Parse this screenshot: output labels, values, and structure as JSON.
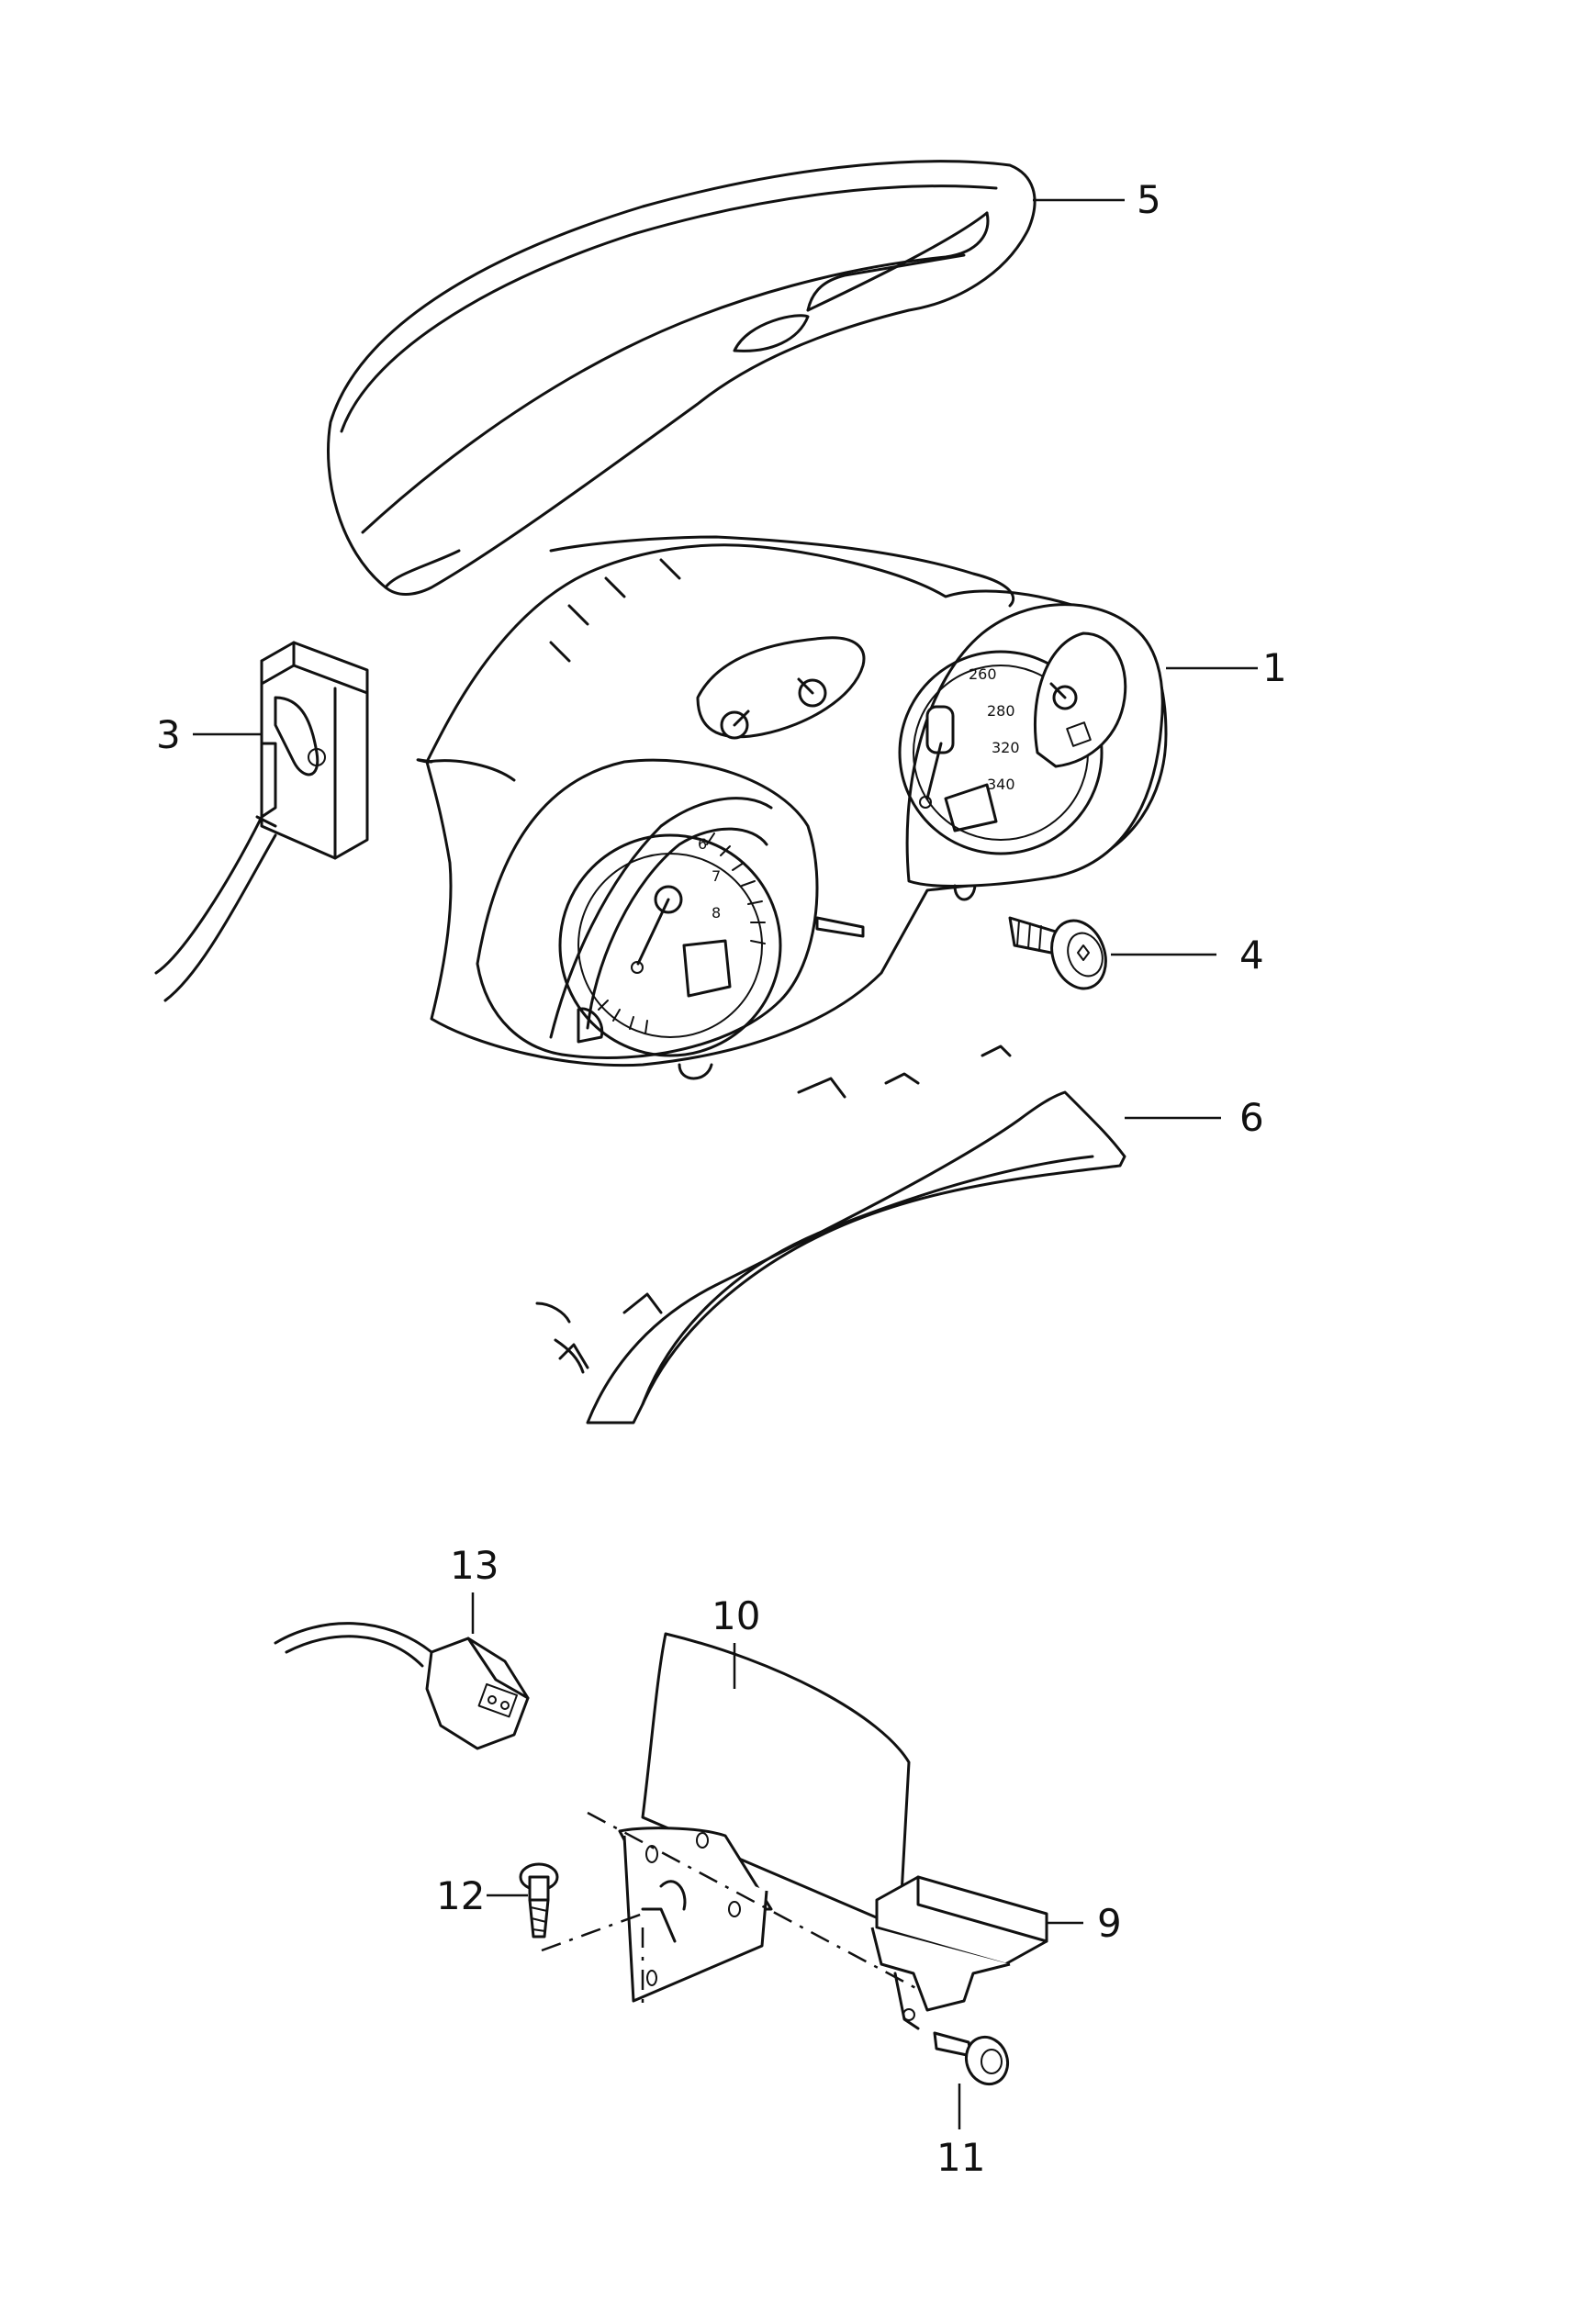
{
  "callouts": [
    {
      "id": "part-1",
      "label": "1"
    },
    {
      "id": "part-3",
      "label": "3"
    },
    {
      "id": "part-4",
      "label": "4"
    },
    {
      "id": "part-5",
      "label": "5"
    },
    {
      "id": "part-6",
      "label": "6"
    },
    {
      "id": "part-9",
      "label": "9"
    },
    {
      "id": "part-10",
      "label": "10"
    },
    {
      "id": "part-11",
      "label": "11"
    },
    {
      "id": "part-12",
      "label": "12"
    },
    {
      "id": "part-13",
      "label": "13"
    }
  ],
  "gauge_labels": {
    "tach": [
      "6",
      "7",
      "8"
    ],
    "speedo": [
      "260",
      "280",
      "320",
      "340"
    ]
  },
  "colors": {
    "line": "#111111",
    "background": "#ffffff"
  }
}
